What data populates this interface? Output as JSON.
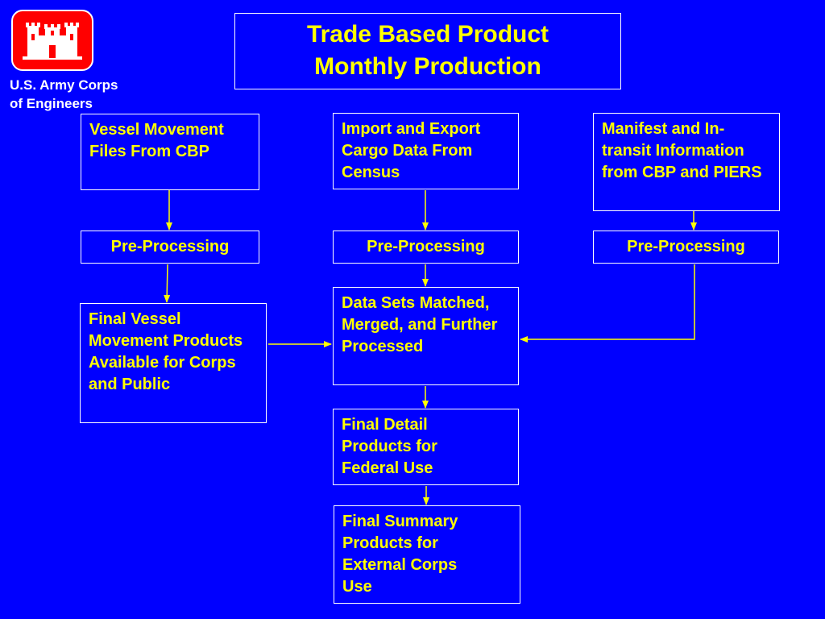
{
  "header": {
    "title_line1": "Trade Based Product",
    "title_line2": "Monthly Production"
  },
  "logo": {
    "org_line1": "U.S. Army Corps",
    "org_line2": "of Engineers",
    "icon": "castle-icon",
    "color": "#ff0000"
  },
  "colors": {
    "background": "#0000ff",
    "text": "#ffff00",
    "border": "#ffffff",
    "arrow": "#ffff00"
  },
  "flow": {
    "source_vessel": "Vessel Movement Files From CBP",
    "source_census": "Import and Export Cargo Data From Census",
    "source_manifest": "Manifest and In-transit Information from CBP and PIERS",
    "preprocessing_label": "Pre-Processing",
    "final_vessel": "Final Vessel Movement Products Available for Corps and Public",
    "data_sets": "Data Sets Matched, Merged, and Further Processed",
    "final_detail": "Final Detail Products for Federal Use",
    "final_summary": "Final Summary Products for External Corps Use"
  }
}
